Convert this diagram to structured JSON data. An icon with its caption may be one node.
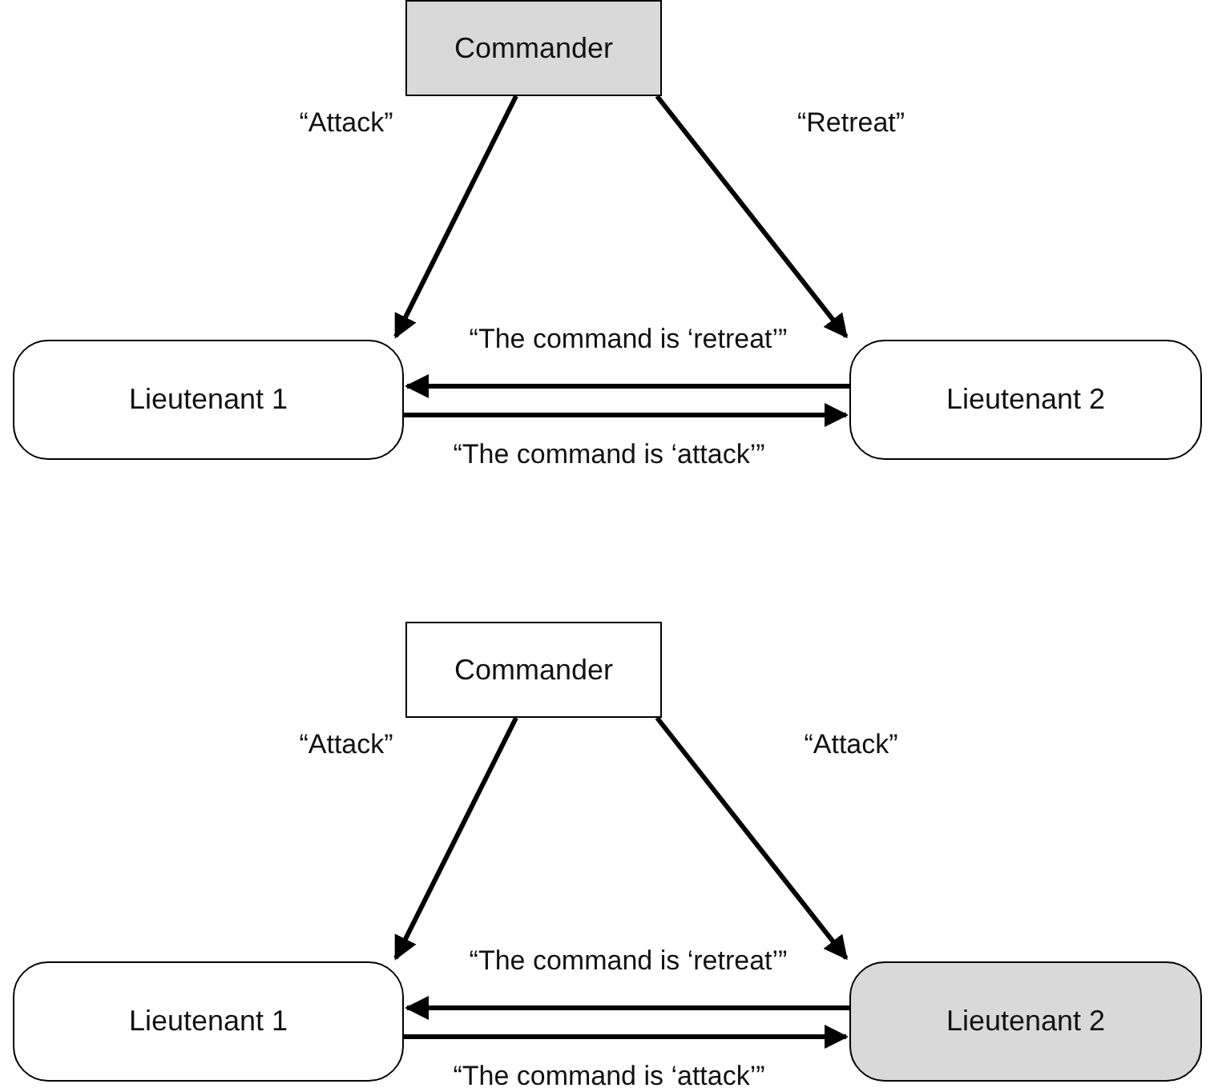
{
  "diagram": {
    "nodes": [
      {
        "text": [
          "Commander"
        ]
      },
      {
        "text": [
          "Lieutenant 1"
        ]
      },
      {
        "text": [
          "Lieutenant 2"
        ]
      },
      {
        "text": [
          "Commander"
        ]
      },
      {
        "text": [
          "Lieutenant 1"
        ]
      },
      {
        "text": [
          "Lieutenant 2"
        ]
      }
    ],
    "edges": [
      {
        "from": 0,
        "to": 1,
        "arrow": "to",
        "label": "“Attack”"
      },
      {
        "from": 0,
        "to": 2,
        "arrow": "to",
        "label": "“Retreat”"
      },
      {
        "from": 2,
        "to": 1,
        "arrow": "to",
        "label": "“The command is ‘retreat’”"
      },
      {
        "from": 1,
        "to": 2,
        "arrow": "to",
        "label": "“The command is ‘attack’”"
      },
      {
        "from": 3,
        "to": 4,
        "arrow": "to",
        "label": "“Attack”"
      },
      {
        "from": 3,
        "to": 5,
        "arrow": "to",
        "label": "“Attack”"
      },
      {
        "from": 5,
        "to": 4,
        "arrow": "to",
        "label": "“The command is ‘retreat’”"
      },
      {
        "from": 4,
        "to": 5,
        "arrow": "to",
        "label": "“The command is ‘attack’”"
      }
    ]
  }
}
